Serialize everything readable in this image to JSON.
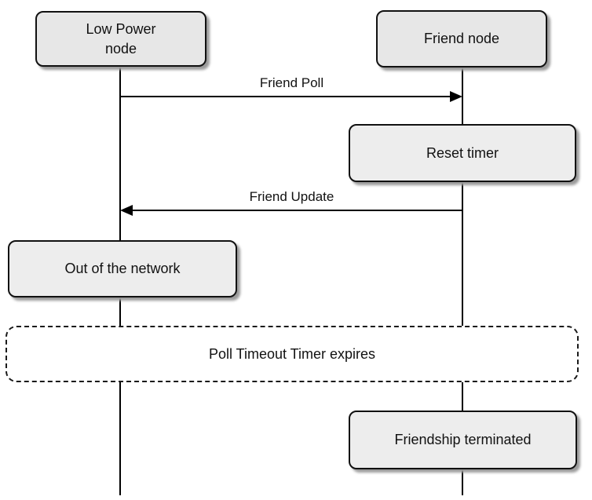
{
  "diagram": {
    "type": "sequence-diagram",
    "actors": [
      {
        "id": "low-power",
        "label": "Low Power node"
      },
      {
        "id": "friend",
        "label": "Friend node"
      }
    ],
    "messages": [
      {
        "id": "friend-poll",
        "label": "Friend Poll",
        "from": "low-power",
        "to": "friend",
        "direction": "right"
      },
      {
        "id": "friend-update",
        "label": "Friend Update",
        "from": "friend",
        "to": "low-power",
        "direction": "left"
      }
    ],
    "states": [
      {
        "id": "reset-timer",
        "label": "Reset timer",
        "on_lifeline": "friend"
      },
      {
        "id": "out-of-network",
        "label": "Out of the network",
        "on_lifeline": "low-power"
      },
      {
        "id": "friendship-terminated",
        "label": "Friendship terminated",
        "on_lifeline": "friend"
      }
    ],
    "note": {
      "id": "poll-timeout",
      "label": "Poll Timeout Timer expires",
      "style": "dashed",
      "spans": "full-width"
    },
    "colors": {
      "background": "#ffffff",
      "actor_fill": "#e7e7e7",
      "state_fill": "#ededed",
      "border": "#111111",
      "shadow": "#9b9b9b",
      "line": "#000000",
      "text": "#111111"
    }
  }
}
